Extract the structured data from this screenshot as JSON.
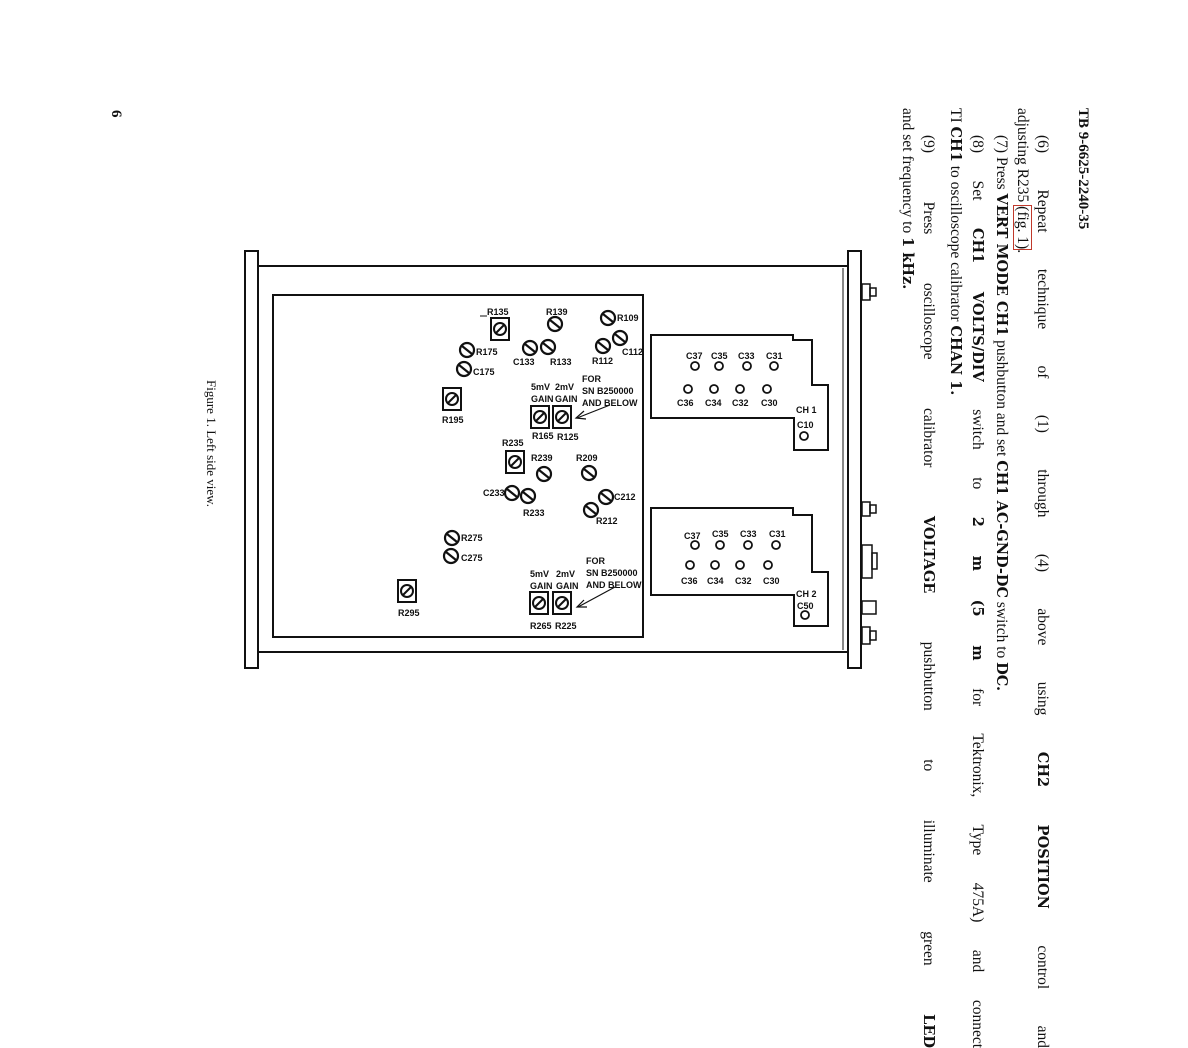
{
  "header": "TB 9-6625-2240-35",
  "paragraphs": {
    "p6": [
      "(6) Repeat technique of (1) through (4) above using ",
      "CH2 POSITION",
      " control and",
      "adjusting R235 ",
      "(fig. 1)",
      "."
    ],
    "p7": [
      "(7) Press ",
      "VERT MODE CH1",
      " pushbutton and set ",
      "CH1 AC-GND-DC",
      " switch to ",
      "DC."
    ],
    "p8": [
      "(8) Set ",
      "CH1 VOLTS/DIV",
      " switch to ",
      "2 m (5 m",
      " for Tektronix, Type 475A) and connect",
      "TI ",
      "CH1",
      " to oscilloscope calibrator ",
      "CHAN 1."
    ],
    "p9": [
      "(9) Press oscilloscope calibrator ",
      "VOLTAGE",
      " pushbutton to illuminate green ",
      "LED",
      "and set frequency to ",
      "1 kHz."
    ]
  },
  "figure": {
    "caption": "Figure 1. Left side view.",
    "labels": [
      "R135",
      "R139",
      "R109",
      "C112",
      "R112",
      "C133",
      "R133",
      "R175",
      "C175",
      "R195",
      "5mV",
      "GAIN",
      "2mV",
      "GAIN",
      "FOR",
      "SN B250000",
      "AND BELOW",
      "R165",
      "R125",
      "R235",
      "R239",
      "R209",
      "C233",
      "R233",
      "C212",
      "R212",
      "R275",
      "C275",
      "R295",
      "5mV",
      "GAIN",
      "2mV",
      "GAIN",
      "FOR",
      "SN B250000",
      "AND BELOW",
      "R265",
      "R225",
      "C37",
      "C35",
      "C33",
      "C31",
      "C36",
      "C34",
      "C32",
      "C30",
      "CH 1",
      "C10",
      "C37",
      "C35",
      "C33",
      "C31",
      "C36",
      "C34",
      "C32",
      "C30",
      "CH 2",
      "C50"
    ]
  },
  "page_number": "6"
}
